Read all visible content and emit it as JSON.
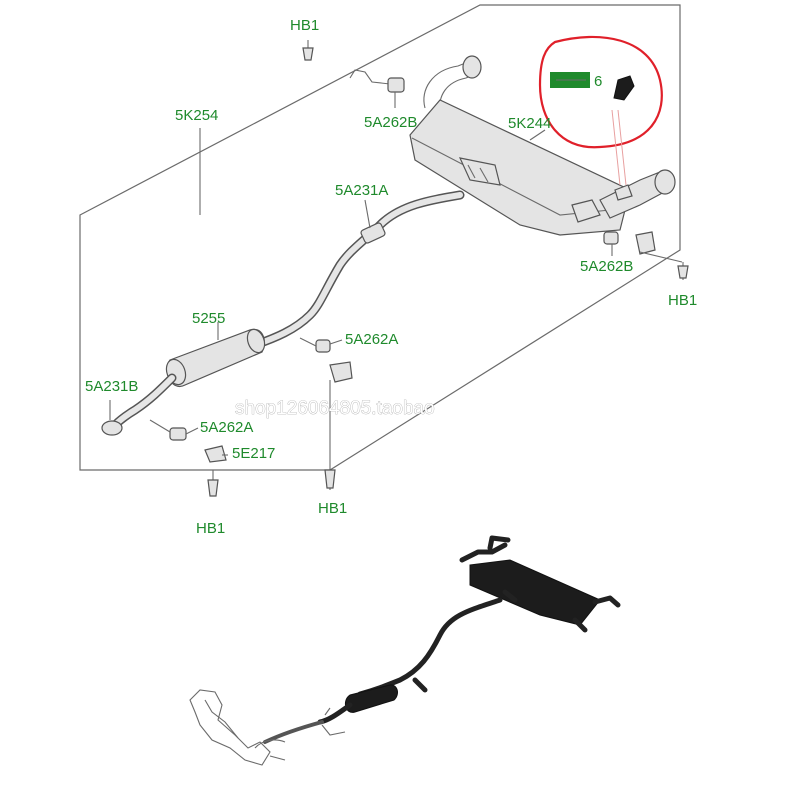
{
  "callouts": {
    "hb1_top": "HB1",
    "k254": "5K254",
    "a262b_top": "5A262B",
    "k244": "5K244",
    "a231a": "5A231A",
    "a262b_right": "5A262B",
    "hb1_right": "HB1",
    "p5255": "5255",
    "a262a_mid": "5A262A",
    "a231b": "5A231B",
    "a262a_low": "5A262A",
    "e217": "5E217",
    "hb1_bottom_left": "HB1",
    "hb1_bottom_mid": "HB1",
    "highlighted_suffix": "6"
  },
  "watermark": "shop126064805.taobao",
  "colors": {
    "label": "#1f8a2c",
    "highlight_box": "#1f8a2c",
    "highlight_circle": "#e0202a"
  }
}
